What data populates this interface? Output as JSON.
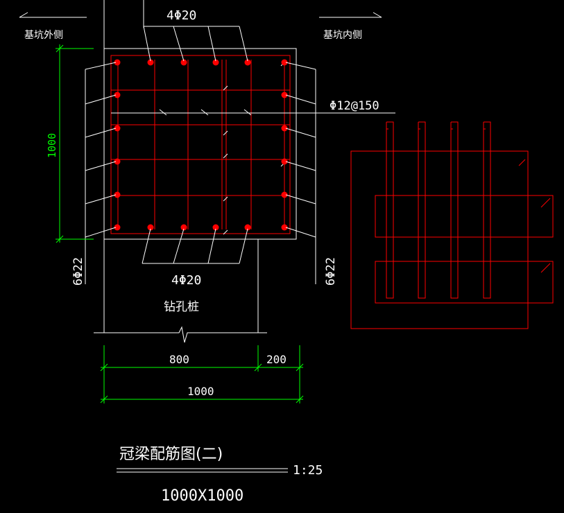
{
  "labels": {
    "pit_outside": "基坑外侧",
    "pit_inside": "基坑内侧",
    "top_rebar": "4Φ20",
    "bottom_rebar": "4Φ20",
    "stirrup": "Φ12@150",
    "side_rebar_left": "6Φ22",
    "side_rebar_right": "6Φ22",
    "pile": "钻孔桩",
    "height_dim": "1000",
    "dim_800": "800",
    "dim_200": "200",
    "dim_total": "1000",
    "title": "冠梁配筋图(二)",
    "scale": "1:25",
    "size": "1000X1000"
  },
  "colors": {
    "outline": "#ffffff",
    "rebar": "#ff0000",
    "dimension": "#00ff00",
    "background": "#000000"
  }
}
